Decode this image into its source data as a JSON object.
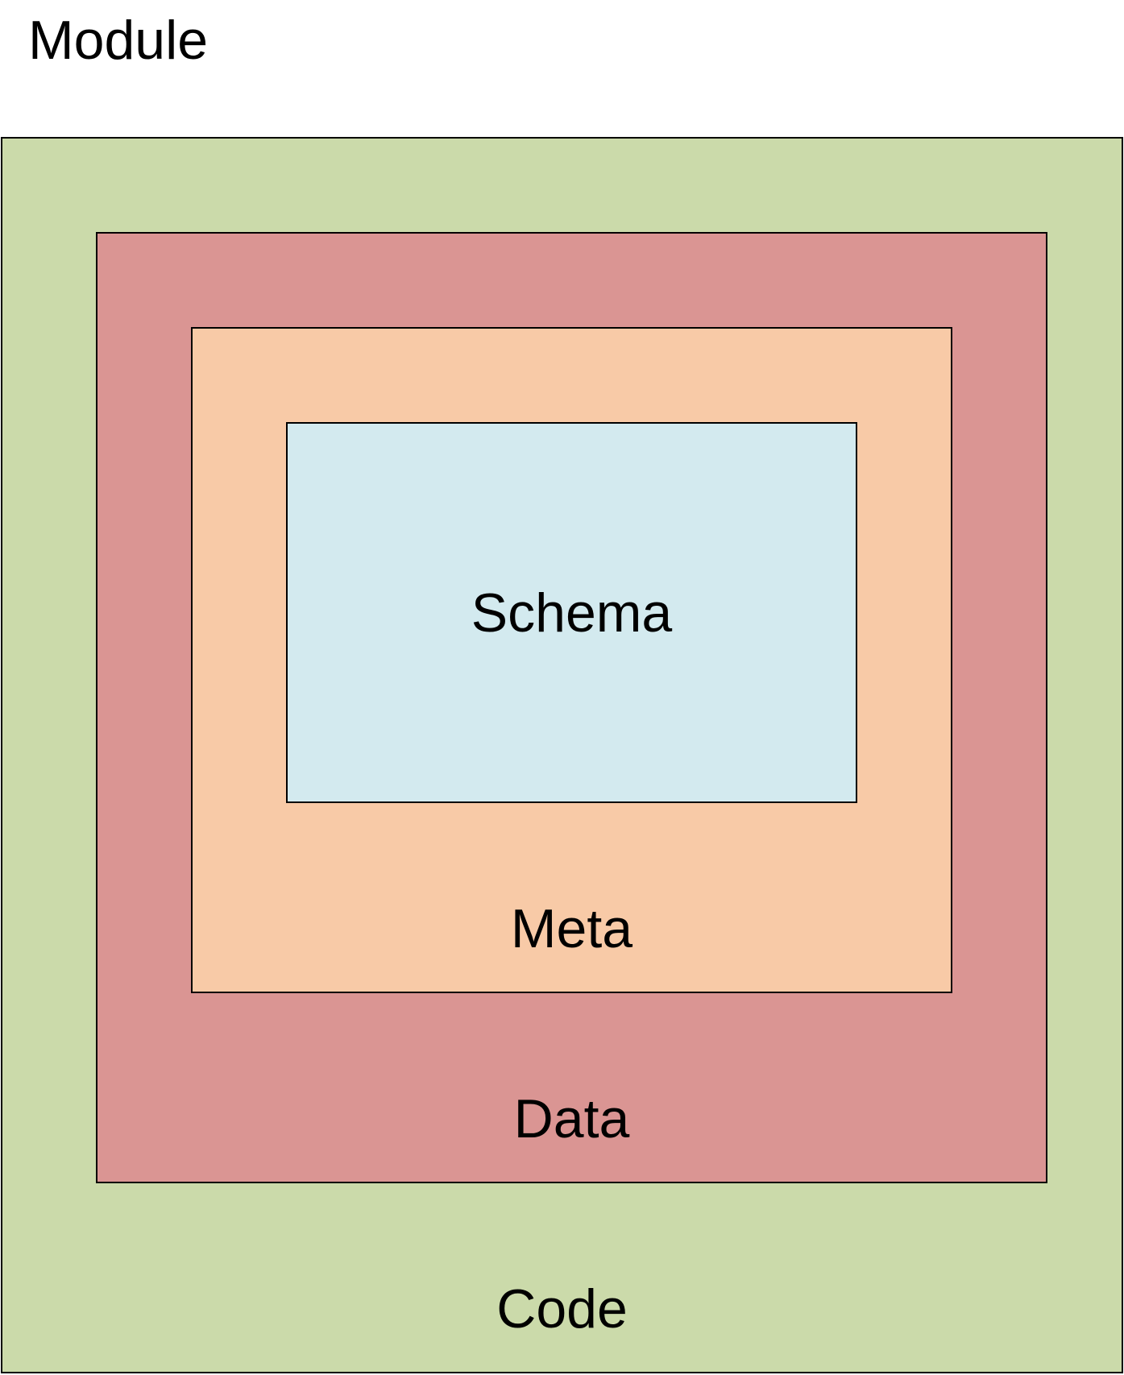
{
  "diagram": {
    "title": "Module",
    "layers": {
      "code": {
        "label": "Code",
        "color": "#cbdaaa"
      },
      "data": {
        "label": "Data",
        "color": "#da9593"
      },
      "meta": {
        "label": "Meta",
        "color": "#f8caa7"
      },
      "schema": {
        "label": "Schema",
        "color": "#d3eaef"
      }
    }
  }
}
